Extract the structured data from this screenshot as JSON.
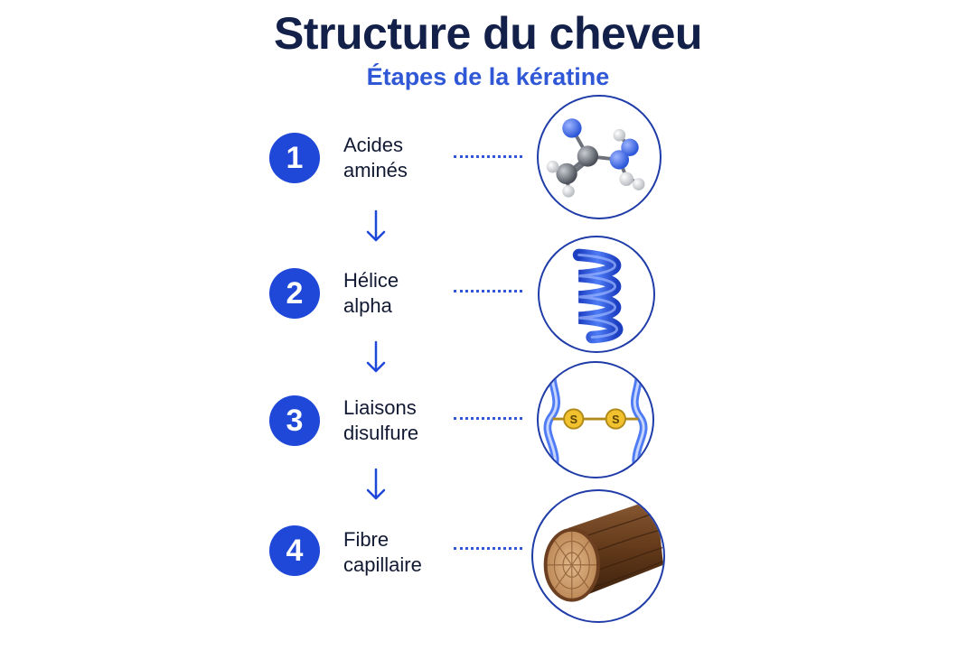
{
  "title": "Structure du cheveu",
  "subtitle": "Étapes de la kératine",
  "steps": [
    {
      "number": "1",
      "line1": "Acides",
      "line2": "aminés",
      "icon": "amino-acid-molecule-icon"
    },
    {
      "number": "2",
      "line1": "Hélice",
      "line2": "alpha",
      "icon": "alpha-helix-icon"
    },
    {
      "number": "3",
      "line1": "Liaisons",
      "line2": "disulfure",
      "icon": "disulfide-bond-icon"
    },
    {
      "number": "4",
      "line1": "Fibre",
      "line2": "capillaire",
      "icon": "hair-fiber-icon"
    }
  ],
  "bond": {
    "atom1": "S",
    "atom2": "S"
  },
  "colors": {
    "title": "#13204a",
    "accent": "#1f48d8",
    "subtitle": "#2f57d6",
    "circle_border": "#1f3ca8",
    "sulfur": "#f2c12e",
    "hair": "#6b3f1f"
  }
}
